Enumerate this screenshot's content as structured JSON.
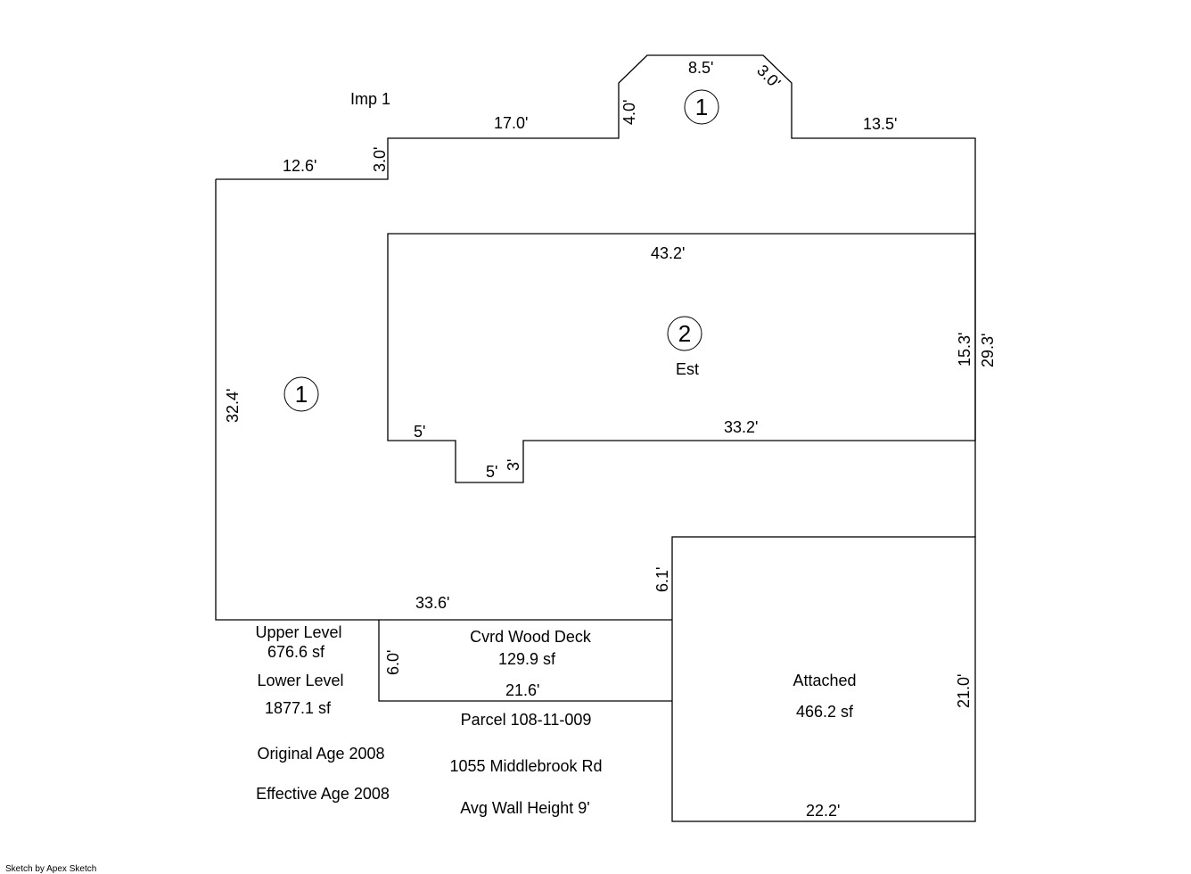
{
  "imp_label": "Imp 1",
  "dimensions": {
    "d_12_6": "12.6'",
    "d_3_0_left": "3.0'",
    "d_17_0": "17.0'",
    "d_4_0": "4.0'",
    "d_8_5": "8.5'",
    "d_3_0_right": "3.0'",
    "d_13_5": "13.5'",
    "d_43_2": "43.2'",
    "d_15_3": "15.3'",
    "d_29_3": "29.3'",
    "d_32_4": "32.4'",
    "d_5_a": "5'",
    "d_5_b": "5'",
    "d_3": "3'",
    "d_33_2": "33.2'",
    "d_6_1": "6.1'",
    "d_33_6": "33.6'",
    "d_6_0": "6.0'",
    "d_21_6": "21.6'",
    "d_21_0": "21.0'",
    "d_22_2": "22.2'"
  },
  "markers": {
    "area1_top": "1",
    "area1_main": "1",
    "area2": "2"
  },
  "labels": {
    "est": "Est",
    "deck_name": "Cvrd Wood Deck",
    "deck_area": "129.9 sf",
    "garage_name": "Attached",
    "garage_area": "466.2 sf"
  },
  "summary": {
    "upper_level": "Upper Level",
    "upper_area": "676.6 sf",
    "lower_level": "Lower Level",
    "lower_area": "1877.1 sf",
    "original_age": "Original Age 2008",
    "effective_age": "Effective Age 2008",
    "parcel": "Parcel 108-11-009",
    "address": "1055 Middlebrook Rd",
    "wall_height": "Avg Wall Height 9'"
  },
  "footer": "Sketch by Apex Sketch"
}
